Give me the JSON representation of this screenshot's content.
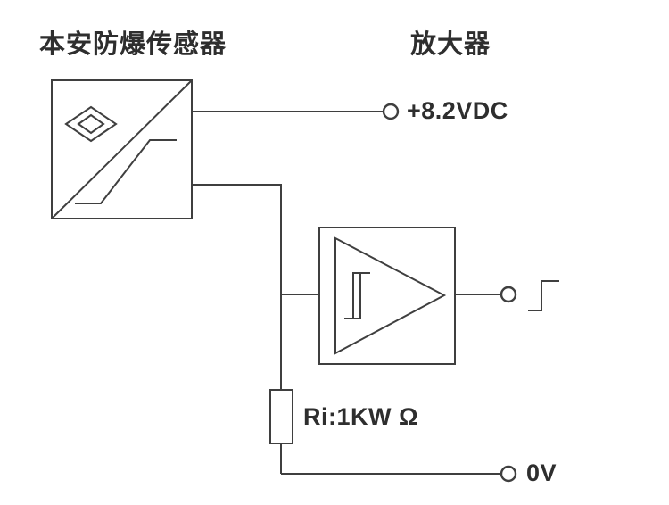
{
  "diagram": {
    "title_left": "本安防爆传感器",
    "title_right": "放大器",
    "supply_terminal_label": "+8.2VDC",
    "resistor_label": "Ri:1KW Ω",
    "ground_terminal_label": "0V"
  },
  "icons": {
    "sensor_symbol": "proximity-sensor-diamond-icon",
    "switching_curve": "switching-threshold-curve-icon",
    "amplifier_symbol": "amplifier-triangle-icon",
    "hysteresis_symbol": "schmitt-trigger-hysteresis-icon",
    "output_signal": "step-output-icon"
  },
  "colors": {
    "line": "#3f3f3f",
    "text": "#2e2e2e",
    "background": "#ffffff"
  }
}
